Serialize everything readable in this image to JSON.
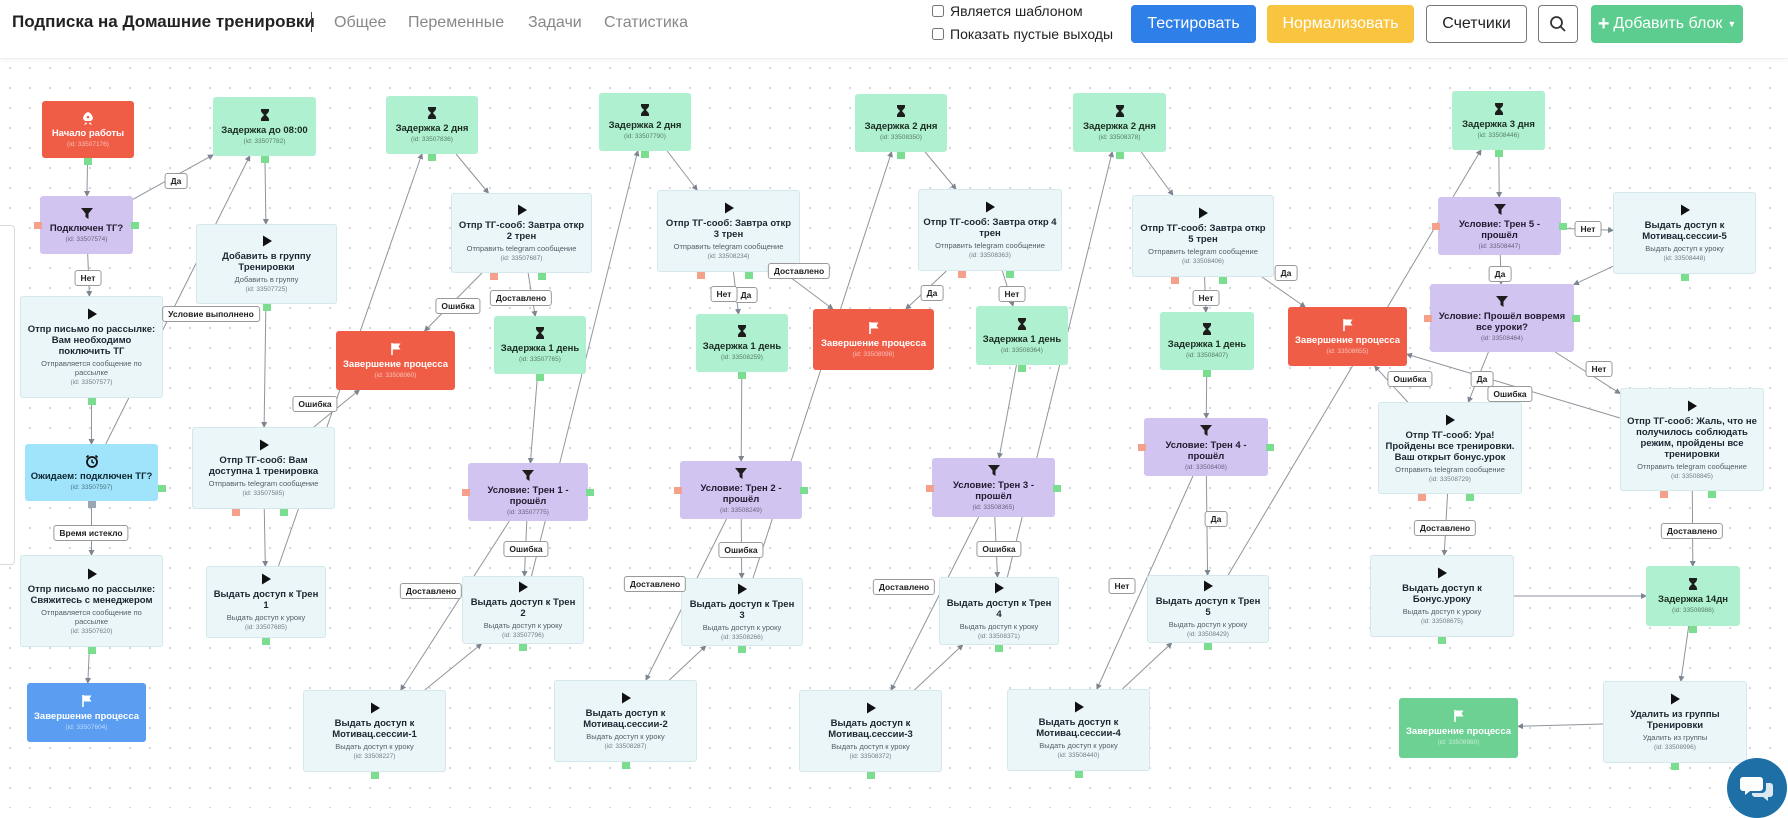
{
  "header": {
    "title": "Подписка на Домашние тренировки",
    "nav": [
      "Общее",
      "Переменные",
      "Задачи",
      "Статистика"
    ],
    "checkboxes": [
      "Является шаблоном",
      "Показать пустые выходы"
    ],
    "buttons": {
      "test": "Тестировать",
      "normalize": "Нормализовать",
      "counters": "Счетчики",
      "add_block": "Добавить блок"
    }
  },
  "nodes": [
    {
      "id": "n1",
      "type": "start",
      "title": "Начало работы",
      "ident": "(id: 33507176)"
    },
    {
      "id": "n2",
      "type": "filter",
      "title": "Подключен ТГ?",
      "ident": "(id: 33507574)"
    },
    {
      "id": "n3",
      "type": "action",
      "title": "Отпр письмо по рассылке: Вам необходимо поключить ТГ",
      "sub": "Отправляется сообщение по рассылке",
      "ident": "(id: 33507577)"
    },
    {
      "id": "n4",
      "type": "wait",
      "title": "Ожидаем: подключен ТГ?",
      "ident": "(id: 33507597)"
    },
    {
      "id": "n5",
      "type": "action",
      "title": "Отпр письмо по рассылке: Свяжитесь с менеджером",
      "sub": "Отправляется сообщение по рассылке",
      "ident": "(id: 33507620)"
    },
    {
      "id": "n6",
      "type": "endb",
      "title": "Завершение процесса",
      "ident": "(id: 33507604)"
    },
    {
      "id": "n7",
      "type": "delay",
      "title": "Задержка до 08:00",
      "ident": "(id: 33507782)"
    },
    {
      "id": "n8",
      "type": "action",
      "title": "Добавить в группу Тренировки",
      "sub": "Добавить в группу",
      "ident": "(id: 33507725)"
    },
    {
      "id": "n9",
      "type": "action",
      "title": "Отпр ТГ-сооб: Вам доступна 1 тренировка",
      "sub": "Отправить telegram сообщение",
      "ident": "(id: 33507585)"
    },
    {
      "id": "n10",
      "type": "action",
      "title": "Выдать доступ к Трен 1",
      "sub": "Выдать доступ к уроку",
      "ident": "(id: 33507685)"
    },
    {
      "id": "n11",
      "type": "delay",
      "title": "Задержка 2 дня",
      "ident": "(id: 33507836)"
    },
    {
      "id": "n12",
      "type": "endr",
      "title": "Завершение процесса",
      "ident": "(id: 33508060)"
    },
    {
      "id": "n13",
      "type": "action",
      "title": "Отпр ТГ-сооб: Завтра откр 2 трен",
      "sub": "Отправить telegram сообщение",
      "ident": "(id: 33507687)"
    },
    {
      "id": "n14",
      "type": "delay",
      "title": "Задержка 1 день",
      "ident": "(id: 33507765)"
    },
    {
      "id": "n15",
      "type": "filter",
      "title": "Условие: Трен 1 - прошёл",
      "ident": "(id: 33507775)"
    },
    {
      "id": "n16",
      "type": "action",
      "title": "Выдать доступ к Трен 2",
      "sub": "Выдать доступ к уроку",
      "ident": "(id: 33507796)"
    },
    {
      "id": "n17",
      "type": "action",
      "title": "Выдать доступ к Мотивац.сессии-1",
      "sub": "Выдать доступ к уроку",
      "ident": "(id: 33508227)"
    },
    {
      "id": "n18",
      "type": "delay",
      "title": "Задержка 2 дня",
      "ident": "(id: 33507790)"
    },
    {
      "id": "n19",
      "type": "action",
      "title": "Отпр ТГ-сооб: Завтра откр 3 трен",
      "sub": "Отправить telegram сообщение",
      "ident": "(id: 33508234)"
    },
    {
      "id": "n20",
      "type": "delay",
      "title": "Задержка 1 день",
      "ident": "(id: 33508259)"
    },
    {
      "id": "n21",
      "type": "filter",
      "title": "Условие: Трен 2 - прошёл",
      "ident": "(id: 33508249)"
    },
    {
      "id": "n22",
      "type": "action",
      "title": "Выдать доступ к Трен 3",
      "sub": "Выдать доступ к уроку",
      "ident": "(id: 33508266)"
    },
    {
      "id": "n23",
      "type": "action",
      "title": "Выдать доступ к Мотивац.сессии-2",
      "sub": "Выдать доступ к уроку",
      "ident": "(id: 33508287)"
    },
    {
      "id": "n24",
      "type": "delay",
      "title": "Задержка 2 дня",
      "ident": "(id: 33508350)"
    },
    {
      "id": "n25",
      "type": "endr",
      "title": "Завершение процесса",
      "ident": "(id: 33508098)"
    },
    {
      "id": "n26",
      "type": "action",
      "title": "Отпр ТГ-сооб: Завтра откр 4 трен",
      "sub": "Отправить telegram сообщение",
      "ident": "(id: 33508363)"
    },
    {
      "id": "n27",
      "type": "delay",
      "title": "Задержка 1 день",
      "ident": "(id: 33508364)"
    },
    {
      "id": "n28",
      "type": "filter",
      "title": "Условие: Трен 3 - прошёл",
      "ident": "(id: 33508365)"
    },
    {
      "id": "n29",
      "type": "action",
      "title": "Выдать доступ к Трен 4",
      "sub": "Выдать доступ к уроку",
      "ident": "(id: 33508371)"
    },
    {
      "id": "n30",
      "type": "action",
      "title": "Выдать доступ к Мотивац.сессии-3",
      "sub": "Выдать доступ к уроку",
      "ident": "(id: 33508372)"
    },
    {
      "id": "n31",
      "type": "delay",
      "title": "Задержка 2 дня",
      "ident": "(id: 33508378)"
    },
    {
      "id": "n32",
      "type": "action",
      "title": "Отпр ТГ-сооб: Завтра откр 5 трен",
      "sub": "Отправить telegram сообщение",
      "ident": "(id: 33508406)"
    },
    {
      "id": "n33",
      "type": "delay",
      "title": "Задержка 1 день",
      "ident": "(id: 33508407)"
    },
    {
      "id": "n34",
      "type": "filter",
      "title": "Условие: Трен 4 - прошёл",
      "ident": "(id: 33508408)"
    },
    {
      "id": "n35",
      "type": "action",
      "title": "Выдать доступ к Трен 5",
      "sub": "Выдать доступ к уроку",
      "ident": "(id: 33508429)"
    },
    {
      "id": "n36",
      "type": "action",
      "title": "Выдать доступ к Мотивац.сессии-4",
      "sub": "Выдать доступ к уроку",
      "ident": "(id: 33508440)"
    },
    {
      "id": "n37",
      "type": "endr",
      "title": "Завершение процесса",
      "ident": "(id: 33508655)"
    },
    {
      "id": "n38",
      "type": "delay",
      "title": "Задержка 3 дня",
      "ident": "(id: 33508446)"
    },
    {
      "id": "n39",
      "type": "filter",
      "title": "Условие: Трен 5 - прошёл",
      "ident": "(id: 33508447)"
    },
    {
      "id": "n40",
      "type": "action",
      "title": "Выдать доступ к Мотивац.сессии-5",
      "sub": "Выдать доступ к уроку",
      "ident": "(id: 33508448)"
    },
    {
      "id": "n41",
      "type": "filter",
      "title": "Условие: Прошёл вовремя все уроки?",
      "ident": "(id: 33508464)"
    },
    {
      "id": "n42",
      "type": "action",
      "title": "Отпр ТГ-сооб: Ура! Пройдены все тренировки. Ваш открыт бонус.урок",
      "sub": "Отправить telegram сообщение",
      "ident": "(id: 33508729)"
    },
    {
      "id": "n43",
      "type": "action",
      "title": "Отпр ТГ-сооб: Жаль, что не получилось соблюдать режим, пройдены все тренировки",
      "sub": "Отправить telegram сообщение",
      "ident": "(id: 33508845)"
    },
    {
      "id": "n44",
      "type": "action",
      "title": "Выдать доступ к Бонус.уроку",
      "sub": "Выдать доступ к уроку",
      "ident": "(id: 33508675)"
    },
    {
      "id": "n45",
      "type": "delay",
      "title": "Задержка 14дн",
      "ident": "(id: 33508988)"
    },
    {
      "id": "n46",
      "type": "endg",
      "title": "Завершение процесса",
      "ident": "(id: 33508980)"
    },
    {
      "id": "n47",
      "type": "action",
      "title": "Удалить из группы Тренировки",
      "sub": "Удалить из группы",
      "ident": "(id: 33508996)"
    }
  ],
  "edge_labels": [
    "Да",
    "Нет",
    "Условие выполнено",
    "Время истекло",
    "Ошибка",
    "Доставлено",
    "Ошибка",
    "Доставлено",
    "Да",
    "Нет",
    "Ошибка",
    "Доставлено",
    "Да",
    "Нет",
    "Ошибка",
    "Доставлено",
    "Да",
    "Нет",
    "Ошибка",
    "Доставлено",
    "Да",
    "Нет",
    "Нет",
    "Да",
    "Ошибка",
    "Ошибка",
    "Да",
    "Нет",
    "Доставлено",
    "Доставлено"
  ],
  "colors": {
    "start": "#f05d47",
    "delay": "#aef0cf",
    "filter": "#d2c4f0",
    "action": "#eaf6f8",
    "wait": "#9fe4fb",
    "end_red": "#f05d47",
    "end_blue": "#5b9ef1",
    "end_green": "#6cd193",
    "btn_blue": "#2e7fe8",
    "btn_yellow": "#f9c440",
    "btn_green": "#5ccd8f"
  },
  "icons": {
    "start": "rocket-icon",
    "delay": "hourglass-icon",
    "filter": "funnel-icon",
    "action": "play-icon",
    "wait": "alarm-clock-icon",
    "end": "flag-icon",
    "search": "search-icon",
    "chat": "chat-icon"
  }
}
